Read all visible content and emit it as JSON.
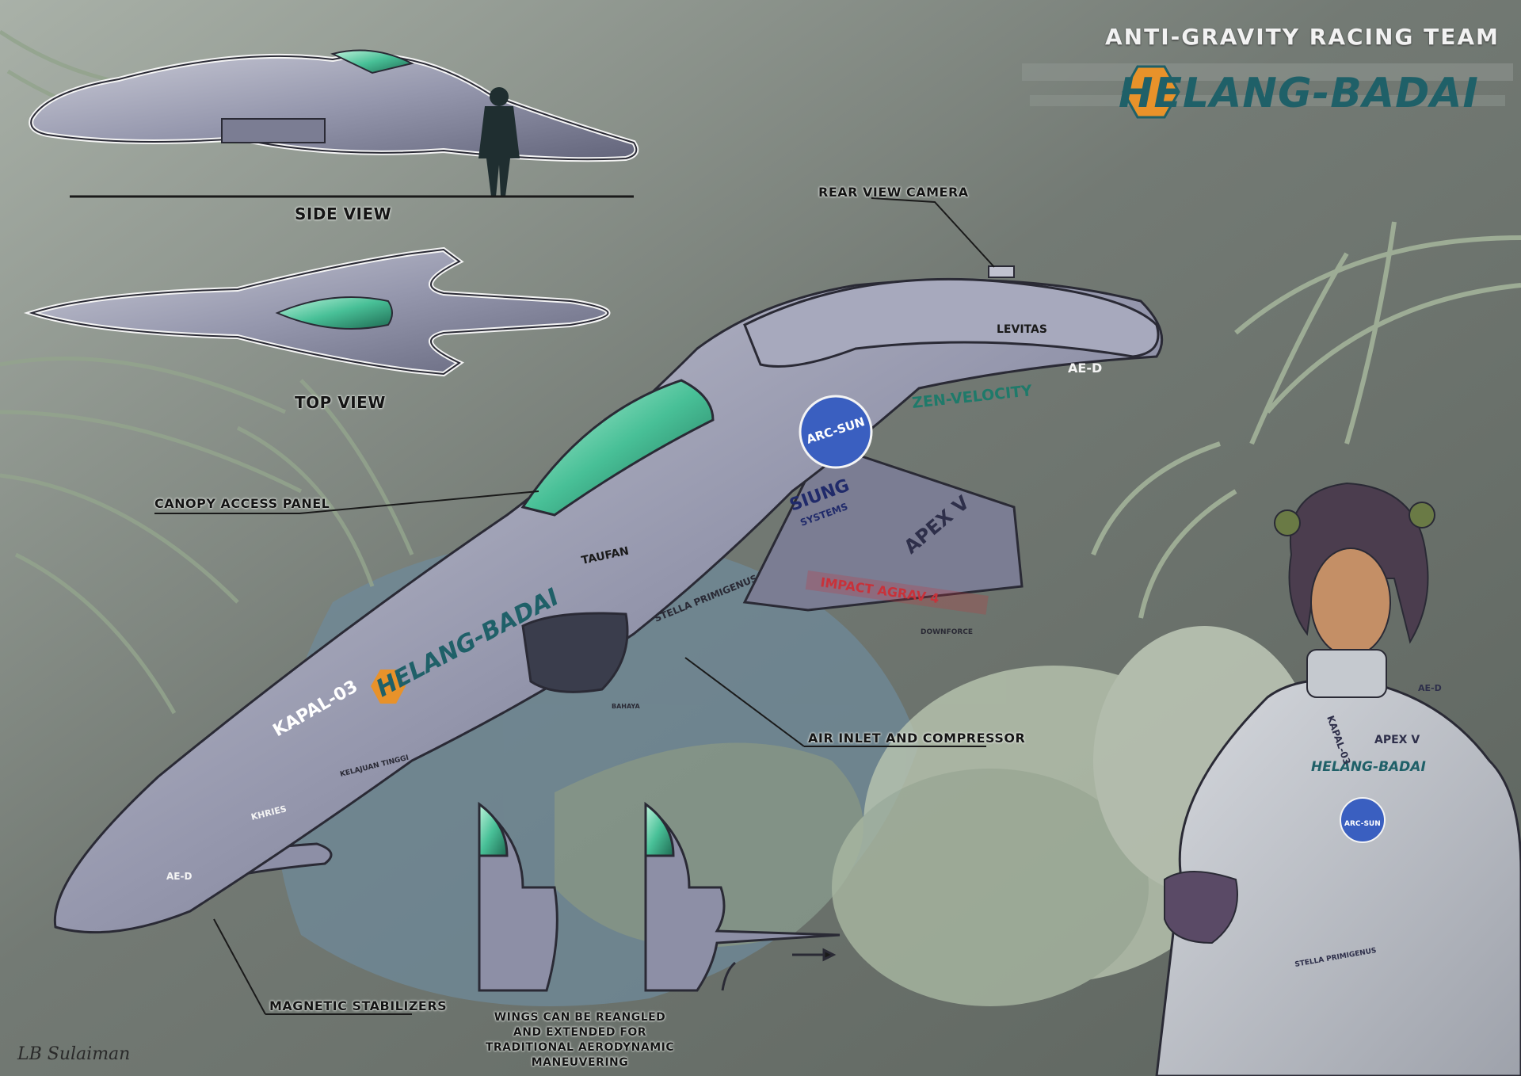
{
  "header": {
    "team_heading": "ANTI-GRAVITY RACING TEAM",
    "team_name": "HELANG-BADAI"
  },
  "views": {
    "side_view_label": "SIDE VIEW",
    "top_view_label": "TOP VIEW"
  },
  "callouts": {
    "rear_view_camera": "REAR VIEW CAMERA",
    "canopy_access_panel": "CANOPY ACCESS PANEL",
    "air_inlet": "AIR INLET AND COMPRESSOR",
    "magnetic_stabilizers": "MAGNETIC STABILIZERS",
    "wing_note": "WINGS CAN BE REANGLED AND EXTENDED FOR TRADITIONAL AERODYNAMIC MANEUVERING"
  },
  "decals": {
    "arc_sun": "ARC-SUN",
    "zen_velocity": "ZEN-VELOCITY",
    "levitas": "LEVITAS",
    "ae_d": "AE-D",
    "siung": "SIUNG",
    "systems": "SYSTEMS",
    "taufan": "TAUFAN",
    "apex_v": "APEX V",
    "impact": "IMPACT AGRAV 4",
    "downforce": "DOWNFORCE",
    "stella": "STELLA PRIMIGENUS",
    "helang_badai": "HELANG-BADAI",
    "kapal": "KAPAL-03",
    "kelajuan": "KELAJUAN TINGGI",
    "khries": "KHRIES",
    "bahaya": "BAHAYA"
  },
  "pilot_suit": {
    "apex_v": "APEX V",
    "helang_badai": "HELANG-BADAI",
    "arc_sun": "ARC-SUN",
    "kapal": "KAPAL-03",
    "ae_d": "AE-D",
    "stella": "STELLA PRIMIGENUS"
  },
  "signature": "LB Sulaiman",
  "colors": {
    "background": "#6f7570",
    "foliage": "#8fa08a",
    "ship_body": "#8d8fa6",
    "canopy": "#4fc49a",
    "team_teal": "#1f6068",
    "logo_orange": "#e8922a",
    "arc_sun_blue": "#3a5fc0",
    "decal_red": "#c8323a",
    "suit": "#b9bdc4"
  }
}
